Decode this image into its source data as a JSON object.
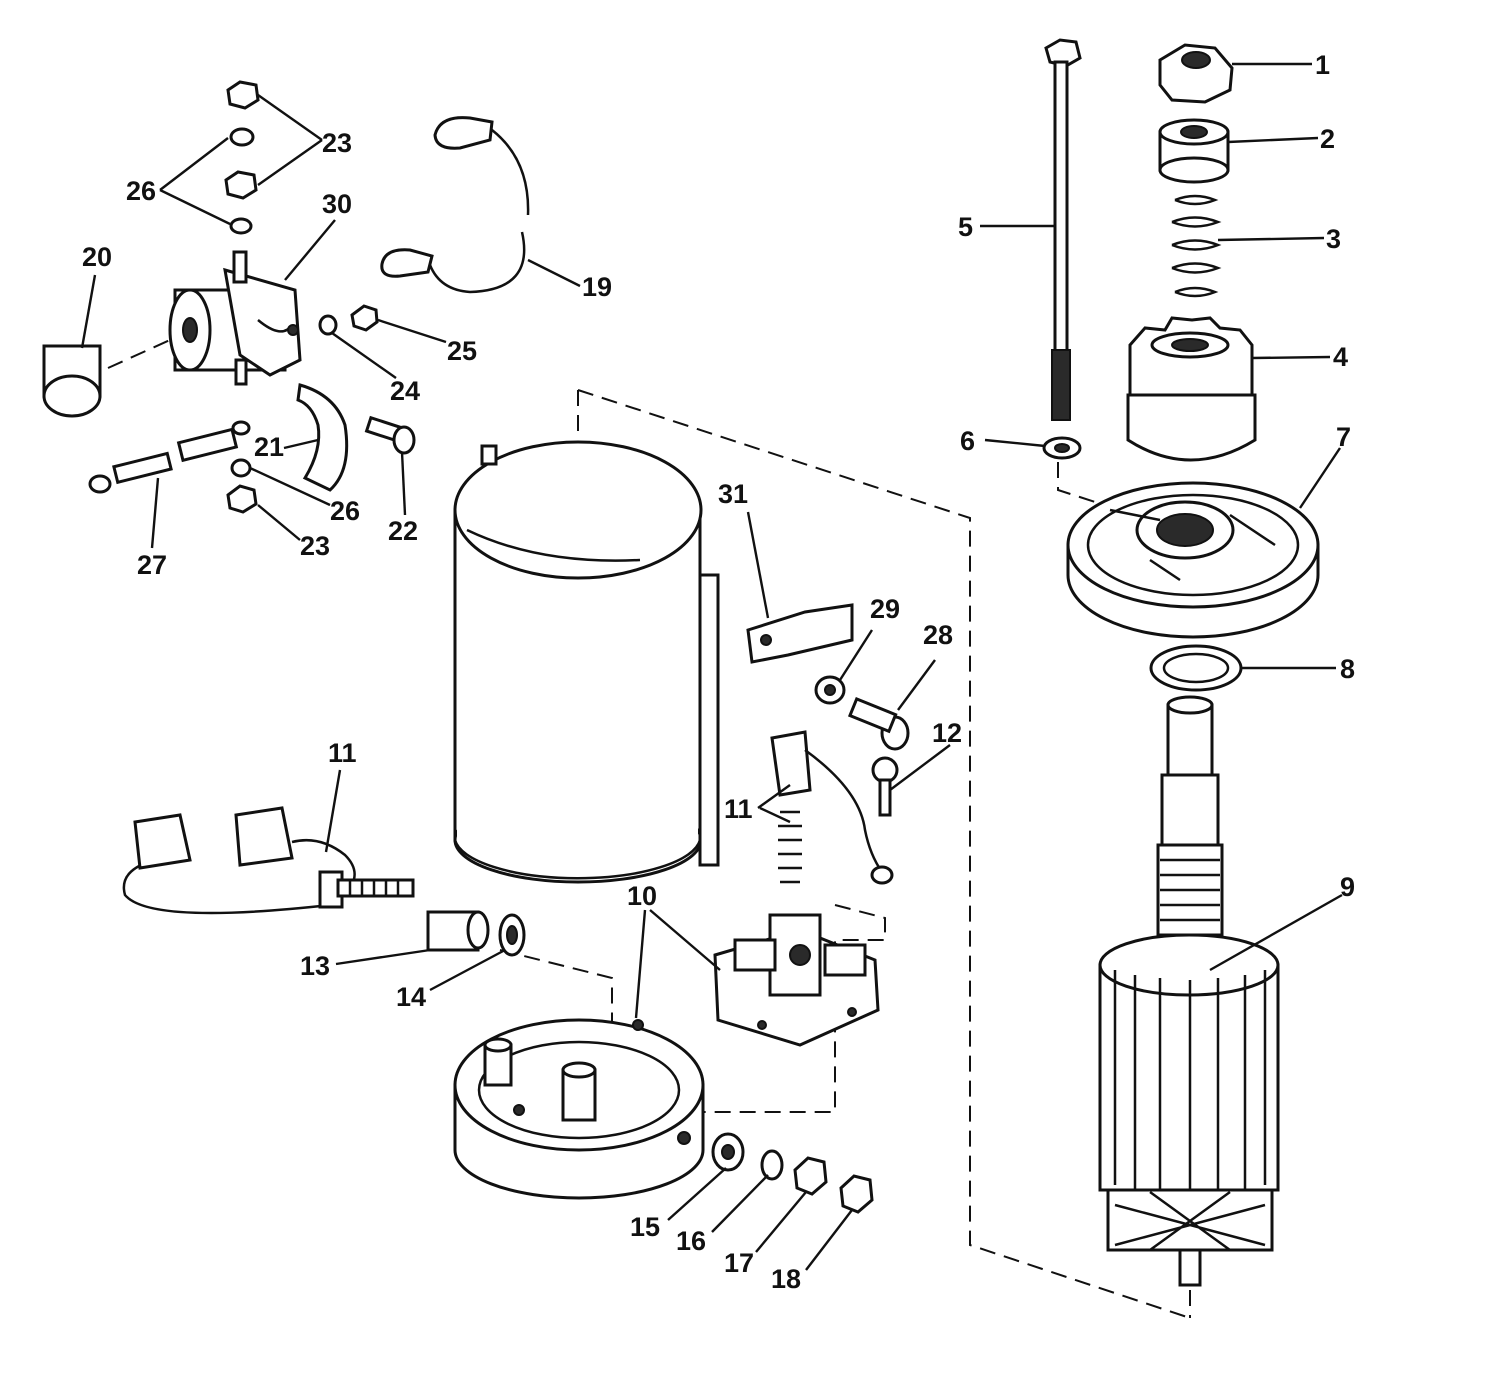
{
  "callouts": [
    "1",
    "2",
    "3",
    "4",
    "5",
    "6",
    "7",
    "8",
    "9",
    "10",
    "11",
    "11",
    "12",
    "13",
    "14",
    "15",
    "16",
    "17",
    "18",
    "19",
    "20",
    "21",
    "22",
    "23",
    "23",
    "24",
    "25",
    "26",
    "26",
    "27",
    "28",
    "29",
    "30",
    "31"
  ],
  "colors": {
    "ink": "#111111",
    "paper": "#ffffff"
  }
}
